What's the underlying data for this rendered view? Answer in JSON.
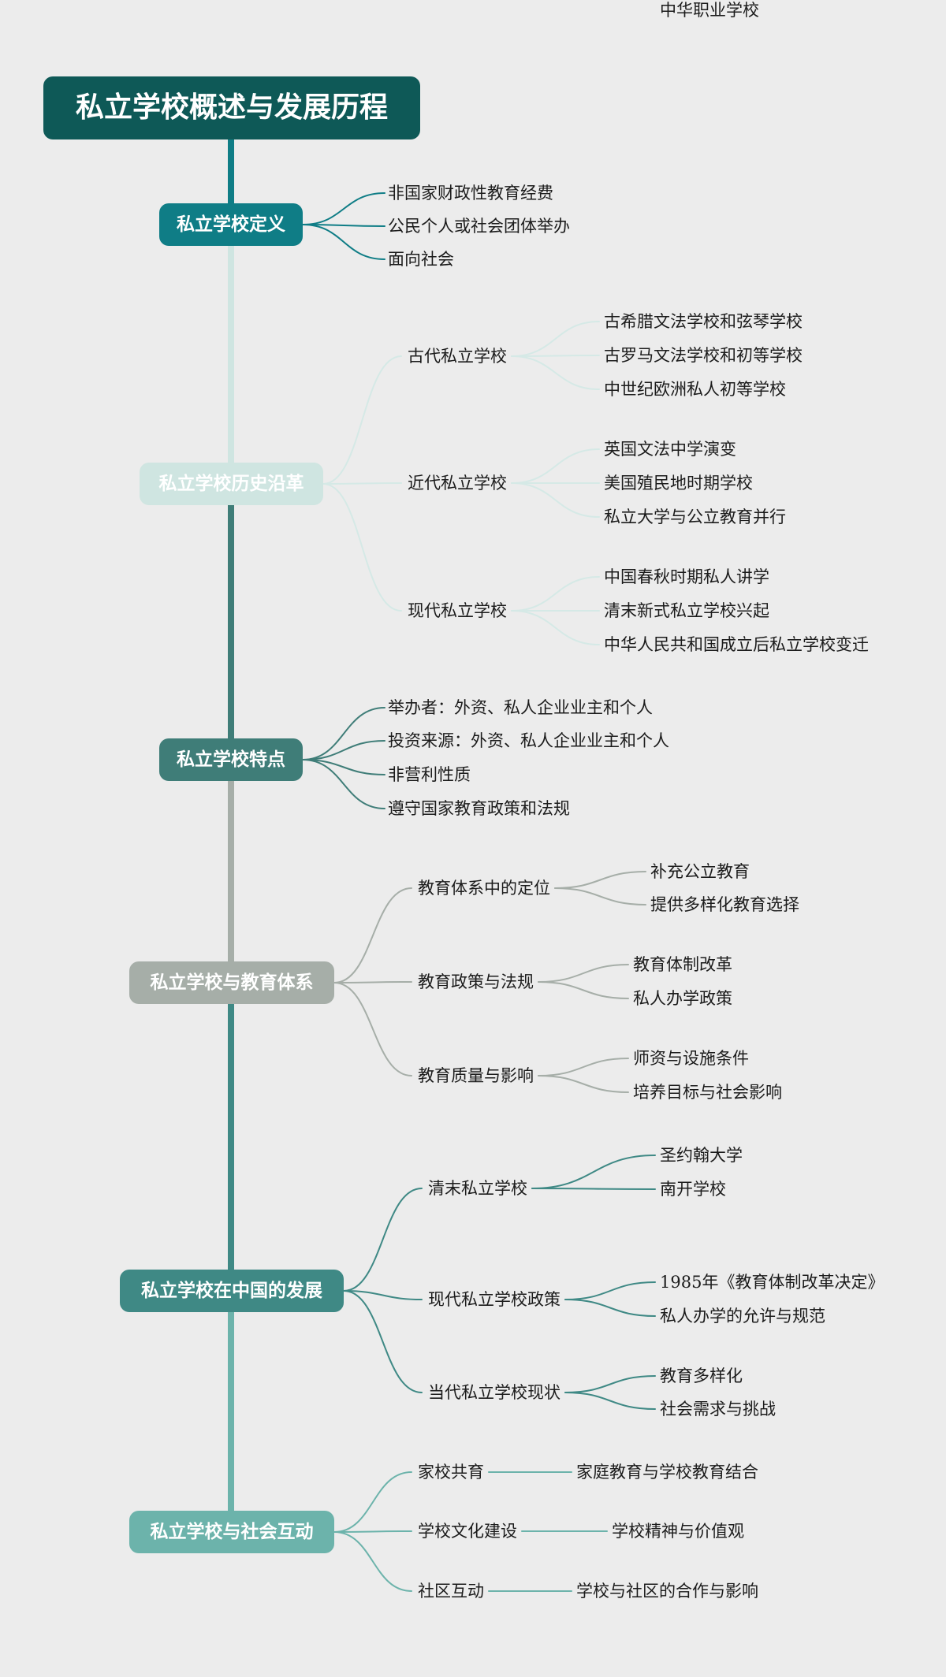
{
  "title": "私立学校概述与发展历程",
  "colors": {
    "background": "#ececec",
    "root": "#0e5957",
    "definition": "#0f7d86",
    "history": "#cfe5e1",
    "features": "#3f7d78",
    "system": "#a6aea8",
    "china": "#3f8985",
    "society": "#6cb3ab"
  },
  "branches": [
    {
      "label": "私立学校定义",
      "color": "#0f7d86",
      "items": [
        "非国家财政性教育经费",
        "公民个人或社会团体举办",
        "面向社会"
      ]
    },
    {
      "label": "私立学校历史沿革",
      "color": "#cfe5e1",
      "groups": [
        {
          "label": "古代私立学校",
          "items": [
            "古希腊文法学校和弦琴学校",
            "古罗马文法学校和初等学校",
            "中世纪欧洲私人初等学校"
          ]
        },
        {
          "label": "近代私立学校",
          "items": [
            "英国文法中学演变",
            "美国殖民地时期学校",
            "私立大学与公立教育并行"
          ]
        },
        {
          "label": "现代私立学校",
          "items": [
            "中国春秋时期私人讲学",
            "清末新式私立学校兴起",
            "中华人民共和国成立后私立学校变迁"
          ]
        }
      ]
    },
    {
      "label": "私立学校特点",
      "color": "#3f7d78",
      "items": [
        "举办者：外资、私人企业业主和个人",
        "投资来源：外资、私人企业业主和个人",
        "非营利性质",
        "遵守国家教育政策和法规"
      ]
    },
    {
      "label": "私立学校与教育体系",
      "color": "#a6aea8",
      "groups": [
        {
          "label": "教育体系中的定位",
          "items": [
            "补充公立教育",
            "提供多样化教育选择"
          ]
        },
        {
          "label": "教育政策与法规",
          "items": [
            "教育体制改革",
            "私人办学政策"
          ]
        },
        {
          "label": "教育质量与影响",
          "items": [
            "师资与设施条件",
            "培养目标与社会影响"
          ]
        }
      ]
    },
    {
      "label": "私立学校在中国的发展",
      "color": "#3f8985",
      "groups": [
        {
          "label": "清末私立学校",
          "items": [
            "圣约翰大学",
            "南开学校",
            "中华职业学校"
          ]
        },
        {
          "label": "现代私立学校政策",
          "items": [
            "1985年《教育体制改革决定》",
            "私人办学的允许与规范"
          ]
        },
        {
          "label": "当代私立学校现状",
          "items": [
            "教育多样化",
            "社会需求与挑战"
          ]
        }
      ]
    },
    {
      "label": "私立学校与社会互动",
      "color": "#6cb3ab",
      "groups": [
        {
          "label": "家校共育",
          "items": [
            "家庭教育与学校教育结合"
          ]
        },
        {
          "label": "学校文化建设",
          "items": [
            "学校精神与价值观"
          ]
        },
        {
          "label": "社区互动",
          "items": [
            "学校与社区的合作与影响"
          ]
        }
      ]
    }
  ]
}
